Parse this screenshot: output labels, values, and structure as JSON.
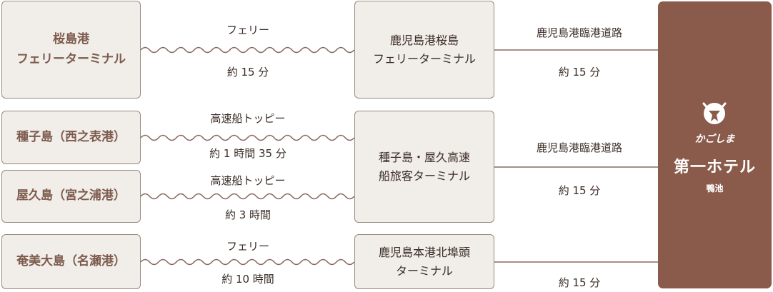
{
  "origins": [
    {
      "line1": "桜島港",
      "line2": "フェリーターミナル"
    },
    {
      "line1": "種子島（西之表港）"
    },
    {
      "line1": "屋久島（宮之浦港）"
    },
    {
      "line1": "奄美大島（名瀬港）"
    }
  ],
  "sea_routes": [
    {
      "mode": "フェリー",
      "time": "約 15 分"
    },
    {
      "mode": "高速船トッピー",
      "time": "約 1 時間 35 分"
    },
    {
      "mode": "高速船トッピー",
      "time": "約 3 時間"
    },
    {
      "mode": "フェリー",
      "time": "約 10 時間"
    }
  ],
  "terminals": [
    {
      "line1": "鹿児島港桜島",
      "line2": "フェリーターミナル"
    },
    {
      "line1": "種子島・屋久高速",
      "line2": "船旅客ターミナル"
    },
    {
      "line1": "鹿児島本港北埠頭",
      "line2": "ターミナル"
    }
  ],
  "road_routes": [
    {
      "road": "鹿児島港臨港道路",
      "time": "約 15 分"
    },
    {
      "road": "鹿児島港臨港道路",
      "time": "約 15 分"
    },
    {
      "road": "",
      "time": "約 15 分"
    }
  ],
  "hotel": {
    "brand": "かごしま",
    "name": "第一ホテル",
    "branch": "鴨池"
  }
}
